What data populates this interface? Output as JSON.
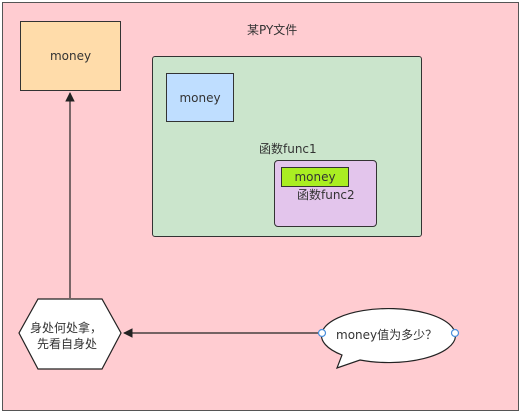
{
  "outer_title": "某PY文件",
  "global_box_label": "money",
  "func1": {
    "label": "函数func1",
    "money_label": "money"
  },
  "func2": {
    "label": "函数func2",
    "money_label": "money"
  },
  "hexagon_label_line1": "身处何处拿，",
  "hexagon_label_line2": "先看自身处",
  "callout_label": "money值为多少？",
  "colors": {
    "outer_bg": "#ffccd1",
    "global_box": "#ffdcaa",
    "func1_bg": "#cbe5cc",
    "func1_money": "#bfdeff",
    "func2_bg": "#e3c5ec",
    "func2_money": "#aaee22"
  }
}
